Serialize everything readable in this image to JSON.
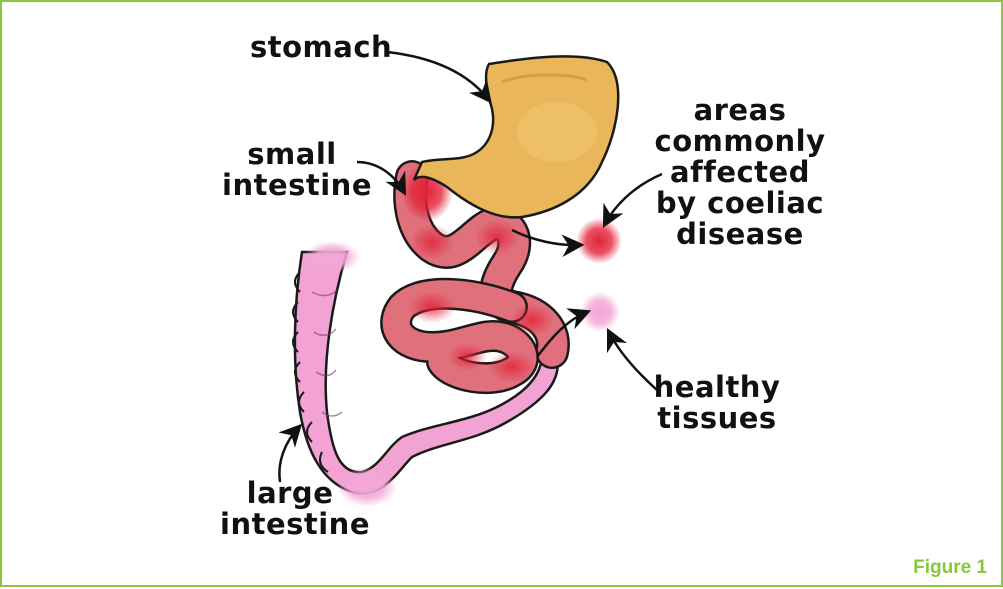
{
  "labels": {
    "stomach": "stomach",
    "small_intestine_1": "small",
    "small_intestine_2": "intestine",
    "affected_1": "areas",
    "affected_2": "commonly",
    "affected_3": "affected",
    "affected_4": "by coeliac",
    "affected_5": "disease",
    "healthy_1": "healthy",
    "healthy_2": "tissues",
    "large_intestine_1": "large",
    "large_intestine_2": "intestine"
  },
  "caption": "Figure 1",
  "colors": {
    "frame": "#8cc63f",
    "stomach": "#e9b75a",
    "small_intestine": "#e0707c",
    "affected": "#e3243a",
    "large_intestine": "#f2a3d3",
    "healthy": "#f3a8d8",
    "caption": "#8cc63f"
  }
}
